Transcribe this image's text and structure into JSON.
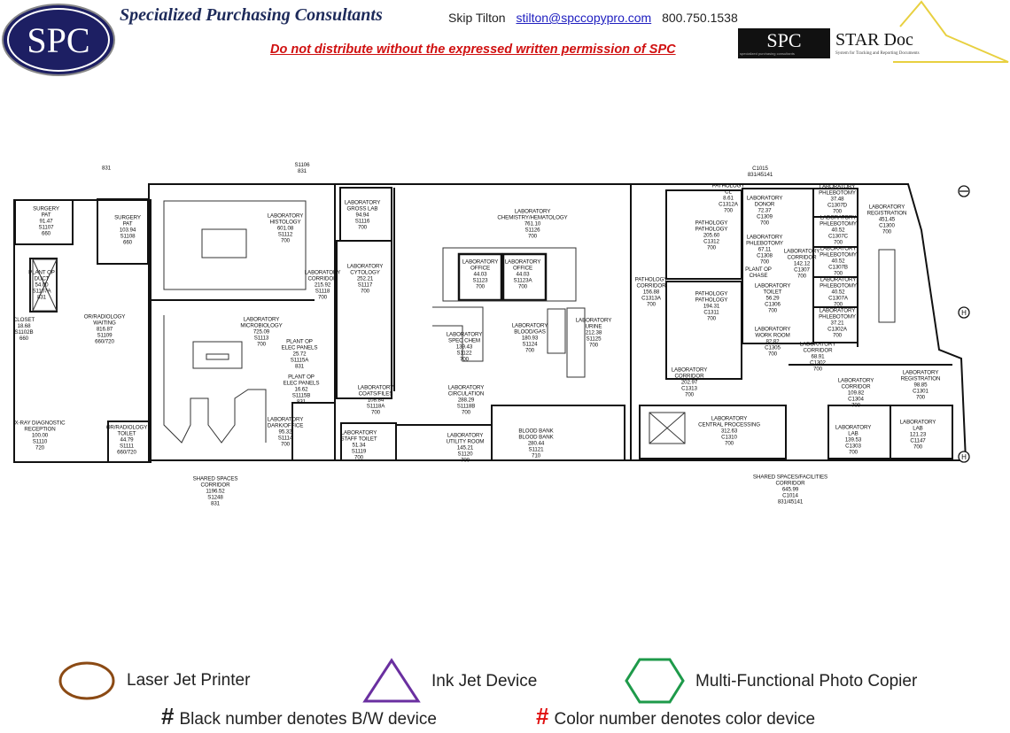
{
  "header": {
    "logo_text": "SPC",
    "company": "Specialized Purchasing Consultants",
    "contact_name": "Skip Tilton",
    "contact_email": "stilton@spccopypro.com",
    "contact_phone": "800.750.1538",
    "warning": "Do not distribute without the expressed written permission of SPC",
    "stardoc_logo": "SPC",
    "stardoc_sub": "specialized purchasing consultants",
    "stardoc_name": "STAR Doc",
    "stardoc_tagline": "System for Tracking and Reporting Documents"
  },
  "rooms": [
    {
      "text": "SURGERY\nPAT\n91.47\nS1107\n660"
    },
    {
      "text": "SURGERY\nPAT\n103.94\nS1108\n660"
    },
    {
      "text": "PLANT OP\nDUCT\n54.00\nS1107A\n831"
    },
    {
      "text": "CLOSET\n18.68\nS1102B\n660"
    },
    {
      "text": "OR/RADIOLOGY\nWAITING\n816.87\nS1109\n660/720"
    },
    {
      "text": "X-RAY DIAGNOSTIC\nRECEPTION\n100.00\nS1110\n720"
    },
    {
      "text": "OR/RADIOLOGY\nTOILET\n44.79\nS1111\n660/720"
    },
    {
      "text": "LABORATORY\nHISTOLOGY\n601.08\nS1112\n700"
    },
    {
      "text": "LABORATORY\nMICROBIOLOGY\n725.09\nS1113\n700"
    },
    {
      "text": "PLANT OP\nELEC PANELS\n25.72\nS1115A\n831"
    },
    {
      "text": "PLANT OP\nELEC PANELS\n16.62\nS1115B\n831"
    },
    {
      "text": "LABORATORY\nDARK/OFFICE\n95.32\nS1114\n700"
    },
    {
      "text": "LABORATORY\nCORRIDOR\n215.92\nS1118\n700"
    },
    {
      "text": "LABORATORY\nGROSS LAB\n94.94\nS1116\n700"
    },
    {
      "text": "LABORATORY\nCYTOLOGY\n252.21\nS1117\n700"
    },
    {
      "text": "LABORATORY\nCHEMISTRY/HEMATOLOGY\n761.10\nS1126\n700"
    },
    {
      "text": "LABORATORY\nOFFICE\n44.03\nS1123\n700"
    },
    {
      "text": "LABORATORY\nOFFICE\n44.03\nS1123A\n700"
    },
    {
      "text": "LABORATORY\nSPEC CHEM\n139.43\nS1122\n700"
    },
    {
      "text": "LABORATORY\nBLOOD/GAS\n180.93\nS1124\n700"
    },
    {
      "text": "LABORATORY\nURINE\n212.38\nS1125\n700"
    },
    {
      "text": "LABORATORY\nCOATS/FILES\n108.84\nS1118A\n700"
    },
    {
      "text": "LABORATORY\nCIRCULATION\n288.29\nS1118B\n700"
    },
    {
      "text": "LABORATORY\nSTAFF TOILET\n51.34\nS1119\n700"
    },
    {
      "text": "LABORATORY\nUTILITY ROOM\n145.21\nS1120\n700"
    },
    {
      "text": "BLOOD BANK\nBLOOD BANK\n280.44\nS1121\n710"
    },
    {
      "text": "PATHOLOGY\nCL\n8.61\nC1312A\n700"
    },
    {
      "text": "PATHOLOGY\nPATHOLOGY\n205.60\nC1312\n700"
    },
    {
      "text": "PATHOLOGY\nCORRIDOR\n156.88\nC1313A\n700"
    },
    {
      "text": "PATHOLOGY\nPATHOLOGY\n194.31\nC1311\n700"
    },
    {
      "text": "LABORATORY\nDONOR\n72.37\nC1309\n700"
    },
    {
      "text": "LABORATORY\nPHLEBOTOMY\n67.11\nC1308\n700"
    },
    {
      "text": "PLANT OP\nCHASE"
    },
    {
      "text": "LABORATORY\nTOILET\n56.29\nC1306\n700"
    },
    {
      "text": "LABORATORY\nWORK ROOM\n82.82\nC1305\n700"
    },
    {
      "text": "LABORATORY\nCORRIDOR\n142.12\nC1307\n700"
    },
    {
      "text": "LABORATORY\nPHLEBOTOMY\n37.48\nC1307D\n700"
    },
    {
      "text": "LABORATORY\nPHLEBOTOMY\n40.52\nC1307C\n700"
    },
    {
      "text": "LABORATORY\nPHLEBOTOMY\n40.52\nC1307B\n700"
    },
    {
      "text": "LABORATORY\nPHLEBOTOMY\n40.52\nC1307A\n700"
    },
    {
      "text": "LABORATORY\nPHLEBOTOMY\n37.21\nC1302A\n700"
    },
    {
      "text": "LABORATORY\nCORRIDOR\n68.91\nC1302\n700"
    },
    {
      "text": "LABORATORY\nREGISTRATION\n451.45\nC1300\n700"
    },
    {
      "text": "LABORATORY\nCORRIDOR\n202.97\nC1313\n700"
    },
    {
      "text": "LABORATORY\nCENTRAL PROCESSING\n312.63\nC1310\n700"
    },
    {
      "text": "LABORATORY\nCORRIDOR\n109.82\nC1304\n700"
    },
    {
      "text": "LABORATORY\nREGISTRATION\n98.85\nC1301\n700"
    },
    {
      "text": "LABORATORY\nLAB\n139.53\nC1303\n700"
    },
    {
      "text": "LABORATORY\nLAB\n121.23\nC1147\n700"
    },
    {
      "text": "SHARED SPACES\nCORRIDOR\n1196.52\nS1248\n831"
    },
    {
      "text": "SHARED SPACES/FACILITIES\nCORRIDOR\n645.99\nC1014\n831/45141"
    },
    {
      "text": "C1015\n831/45141"
    },
    {
      "text": "S1106\n831"
    },
    {
      "text": "831"
    }
  ],
  "legend": {
    "laser_jet": "Laser Jet Printer",
    "ink_jet": "Ink Jet Device",
    "mfp": "Multi-Functional Photo Copier",
    "hash": "#",
    "bw_note": "Black number denotes B/W device",
    "color_note": "Color number denotes color device",
    "colors": {
      "laser": "#8b4a14",
      "inkjet": "#6a2fa0",
      "mfp": "#1e9a4a",
      "color_hash": "#e01010"
    }
  }
}
